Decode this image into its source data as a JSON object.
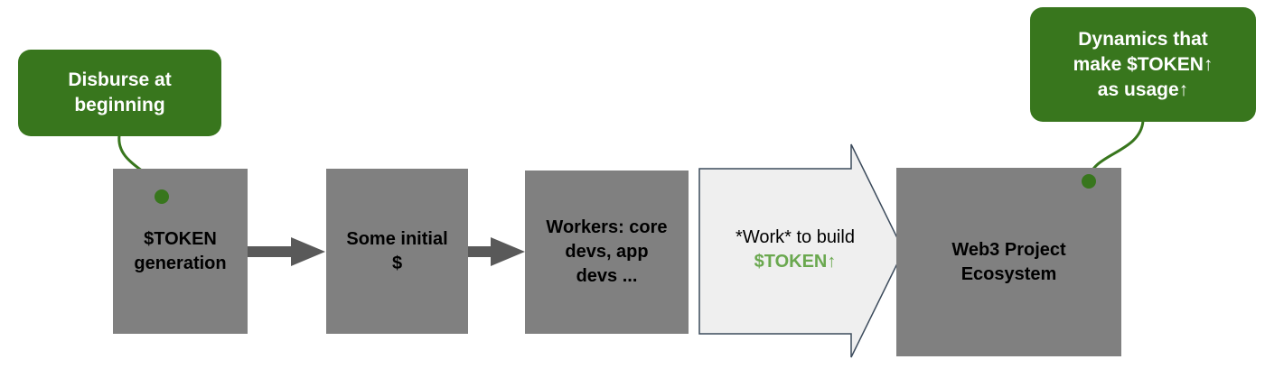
{
  "callouts": {
    "left": "Disburse at\nbeginning",
    "right": "Dynamics that\nmake $TOKEN↑\nas usage↑"
  },
  "boxes": {
    "token_generation": "$TOKEN\ngeneration",
    "initial_money": "Some initial\n$",
    "workers": "Workers: core\ndevs, app\ndevs ...",
    "ecosystem": "Web3 Project\nEcosystem"
  },
  "work_arrow": {
    "line1": "*Work* to build",
    "line2": "$TOKEN↑"
  },
  "colors": {
    "box_fill": "#808080",
    "callout_fill": "#38761d",
    "accent_text": "#6aa84f",
    "arrow_fill": "#efefef",
    "connector": "#595959"
  }
}
